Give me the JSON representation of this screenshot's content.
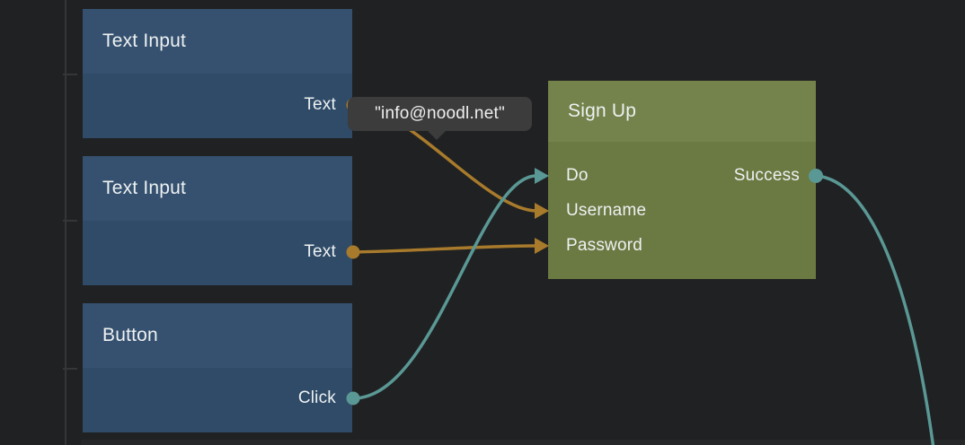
{
  "app": {
    "name": "node-graph-editor",
    "view": "canvas"
  },
  "colors": {
    "background": "#202122",
    "ruler": "#343637",
    "node_blue_header": "#35516f",
    "node_blue_body": "#2f4b68",
    "node_green_header": "#74824b",
    "node_green_body": "#6b7942",
    "wire_string": "#a87b2c",
    "wire_signal": "#5a9895",
    "tooltip_bg": "#3c3c3c",
    "node_text": "#eef1f2"
  },
  "nodes": [
    {
      "title": "Text Input",
      "type": "ui-control",
      "outputs": [
        {
          "label": "Text",
          "kind": "string"
        }
      ]
    },
    {
      "title": "Text Input",
      "type": "ui-control",
      "outputs": [
        {
          "label": "Text",
          "kind": "string"
        }
      ]
    },
    {
      "title": "Button",
      "type": "ui-control",
      "outputs": [
        {
          "label": "Click",
          "kind": "signal"
        }
      ]
    },
    {
      "title": "Sign Up",
      "type": "logic",
      "inputs": [
        {
          "label": "Do",
          "kind": "signal"
        },
        {
          "label": "Username",
          "kind": "string"
        },
        {
          "label": "Password",
          "kind": "string"
        }
      ],
      "outputs": [
        {
          "label": "Success",
          "kind": "signal"
        }
      ]
    }
  ],
  "connections": [
    {
      "from": "Text Input 1.Text",
      "to": "Sign Up.Username",
      "kind": "string"
    },
    {
      "from": "Text Input 2.Text",
      "to": "Sign Up.Password",
      "kind": "string"
    },
    {
      "from": "Button.Click",
      "to": "Sign Up.Do",
      "kind": "signal"
    },
    {
      "from": "Sign Up.Success",
      "to": "offscreen-bottom",
      "kind": "signal"
    }
  ],
  "tooltip": {
    "text": "\"info@noodl.net\""
  }
}
